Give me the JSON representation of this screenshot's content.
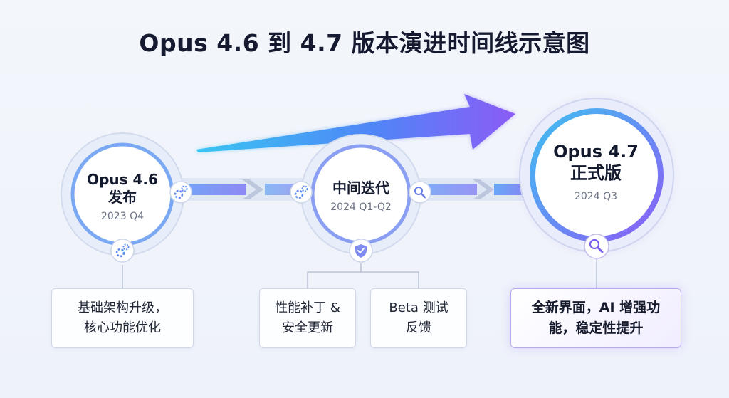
{
  "title": "Opus 4.6 到 4.7 版本演进时间线示意图",
  "nodes": [
    {
      "name_line1": "Opus 4.6",
      "name_line2": "发布",
      "date": "2023 Q4"
    },
    {
      "name_line1": "中间迭代",
      "name_line2": "",
      "date": "2024 Q1-Q2"
    },
    {
      "name_line1": "Opus 4.7",
      "name_line2": "正式版",
      "date": "2024 Q3"
    }
  ],
  "cards": [
    {
      "line1": "基础架构升级，",
      "line2": "核心功能优化"
    },
    {
      "line1": "性能补丁 &",
      "line2": "安全更新"
    },
    {
      "line1": "Beta 测试",
      "line2": "反馈"
    },
    {
      "line1": "全新界面，AI 增强功",
      "line2": "能，稳定性提升"
    }
  ],
  "icons": {
    "node1_right": "gear-icon",
    "node1_bottom": "gear-icon",
    "node2_left": "gear-icon",
    "node2_right": "search-icon",
    "node2_bottom": "shield-check-icon",
    "node3_bottom": "search-icon"
  },
  "colors": {
    "accent_blue": "#4f86f7",
    "accent_cyan": "#39c3f0",
    "accent_purple": "#8b5cf6",
    "text_dark": "#151a30"
  }
}
